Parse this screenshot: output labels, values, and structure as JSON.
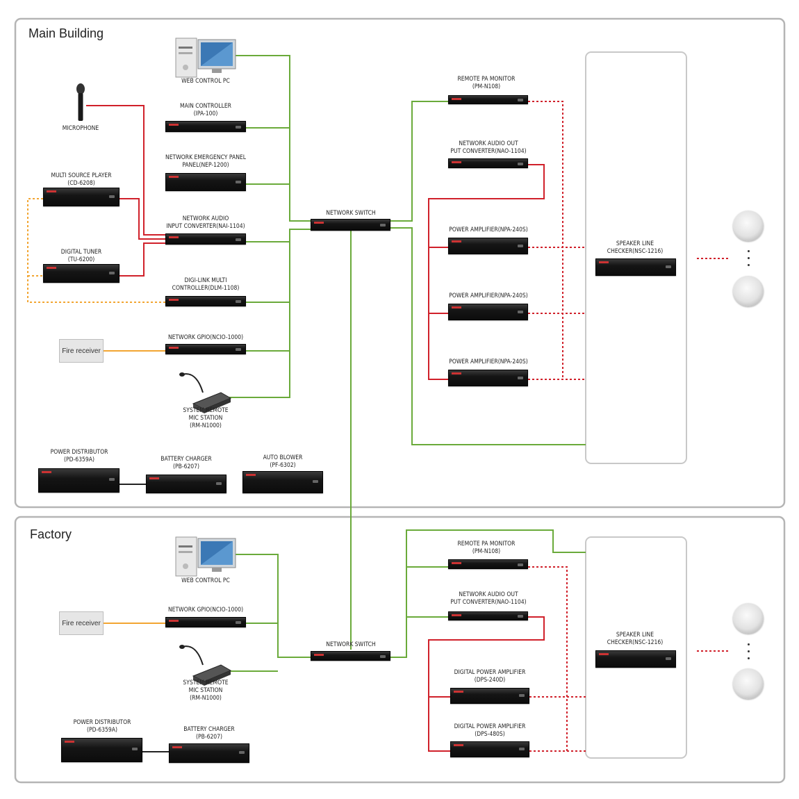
{
  "sections": {
    "main_title": "Main  Building",
    "factory_title": "Factory"
  },
  "main": {
    "web_pc": "WEB CONTROL PC",
    "microphone": "MICROPHONE",
    "main_controller": "MAIN CONTROLLER\n(IPA-100)",
    "emergency_panel": "NETWORK EMERGENCY PANEL\nPANEL(NEP-1200)",
    "multi_source": "MULTI SOURCE PLAYER\n(CD-6208)",
    "nai": "NETWORK AUDIO\nINPUT CONVERTER(NAI-1104)",
    "tuner": "DIGITAL TUNER\n(TU-6200)",
    "dlm": "DIGI-LINK MULTI\nCONTROLLER(DLM-1108)",
    "fire_receiver": "Fire receiver",
    "gpio": "NETWORK GPIO(NCIO-1000)",
    "mic_station": "SYSTEM REMOTE\nMIC STATION\n(RM-N1000)",
    "power_dist": "POWER DISTRIBUTOR\n(PD-6359A)",
    "battery": "BATTERY CHARGER\n(PB-6207)",
    "blower": "AUTO BLOWER\n(PF-6302)",
    "switch": "NETWORK SWITCH",
    "pa_monitor": "REMOTE PA MONITOR\n(PM-N108)",
    "nao": "NETWORK AUDIO OUT\nPUT CONVERTER(NAO-1104)",
    "amp1": "POWER AMPLIFIER(NPA-240S)",
    "amp2": "POWER AMPLIFIER(NPA-240S)",
    "amp3": "POWER AMPLIFIER(NPA-240S)",
    "checker": "SPEAKER LINE\nCHECKER(NSC-1216)"
  },
  "factory": {
    "web_pc": "WEB CONTROL PC",
    "fire_receiver": "Fire receiver",
    "gpio": "NETWORK GPIO(NCIO-1000)",
    "mic_station": "SYSTEM REMOTE\nMIC STATION\n(RM-N1000)",
    "power_dist": "POWER DISTRIBUTOR\n(PD-6359A)",
    "battery": "BATTERY CHARGER\n(PB-6207)",
    "switch": "NETWORK SWITCH",
    "pa_monitor": "REMOTE PA MONITOR\n(PM-N108)",
    "nao": "NETWORK AUDIO OUT\nPUT CONVERTER(NAO-1104)",
    "dps240": "DIGITAL POWER AMPLIFIER\n(DPS-240D)",
    "dps480": "DIGITAL POWER AMPLIFIER\n(DPS-480S)",
    "checker": "SPEAKER LINE\nCHECKER(NSC-1216)"
  },
  "colors": {
    "network": "#6aaa3a",
    "audio": "#d0202a",
    "contact": "#f2a531",
    "frame": "#b5b5b5"
  }
}
